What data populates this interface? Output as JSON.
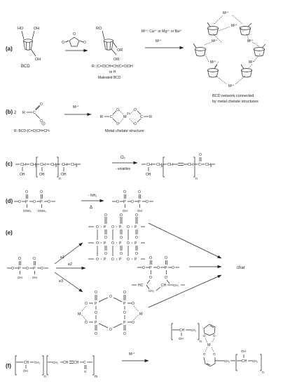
{
  "panels": {
    "a": "(a)",
    "b": "(b)",
    "c": "(c)",
    "d": "(d)",
    "e": "(e)",
    "f": "(f)"
  },
  "a": {
    "oh_top": "HO",
    "oh_right": "OH",
    "oh_bottom": "OH",
    "bcd": "BCD",
    "ro": "RO",
    "or_right": "OR",
    "or_bottom": "OR",
    "r_def": "R: (C=O)CH=CH(C=O)OH",
    "or_h": "or H",
    "maleated": "Maleated BCD",
    "metals": "M²⁺: Ca²⁺ or Mg²⁺ or Ba²⁺",
    "m2": "M²⁺",
    "network_1": "BCD network connected",
    "network_2": "by metal chelate structures"
  },
  "b": {
    "coef": "2",
    "r": "R",
    "c": "C",
    "o": "O",
    "r_def": "R: BCD-(C=O)CH=CH-",
    "m2": "M²⁺",
    "m2plus": "2+",
    "mpre": "M",
    "chelate": "Metal chelate structure"
  },
  "c": {
    "ch": "CH",
    "ch2": "CH",
    "oh": "OH",
    "sub2": "2",
    "n": "n",
    "o": "O",
    "c": "C",
    "o2": "O₂",
    "volatiles": "- volatiles"
  },
  "d": {
    "o": "O",
    "p": "P",
    "onh4": "ONH₄",
    "nh3": "- NH₃",
    "delta": "Δ",
    "oh": "OH"
  },
  "e": {
    "o": "O",
    "p": "P",
    "oh": "OH",
    "m": "M",
    "e1": "e1",
    "e2": "e2",
    "e3": "e3",
    "hc": "HC",
    "ch2": "CH₂",
    "ch": "CH",
    "char": "char"
  },
  "f": {
    "ch": "CH",
    "ch2": "CH₂",
    "oh": "OH",
    "c": "C",
    "o": "O",
    "n": "n",
    "m": "m",
    "m2": "M²⁺",
    "mm": "M"
  }
}
